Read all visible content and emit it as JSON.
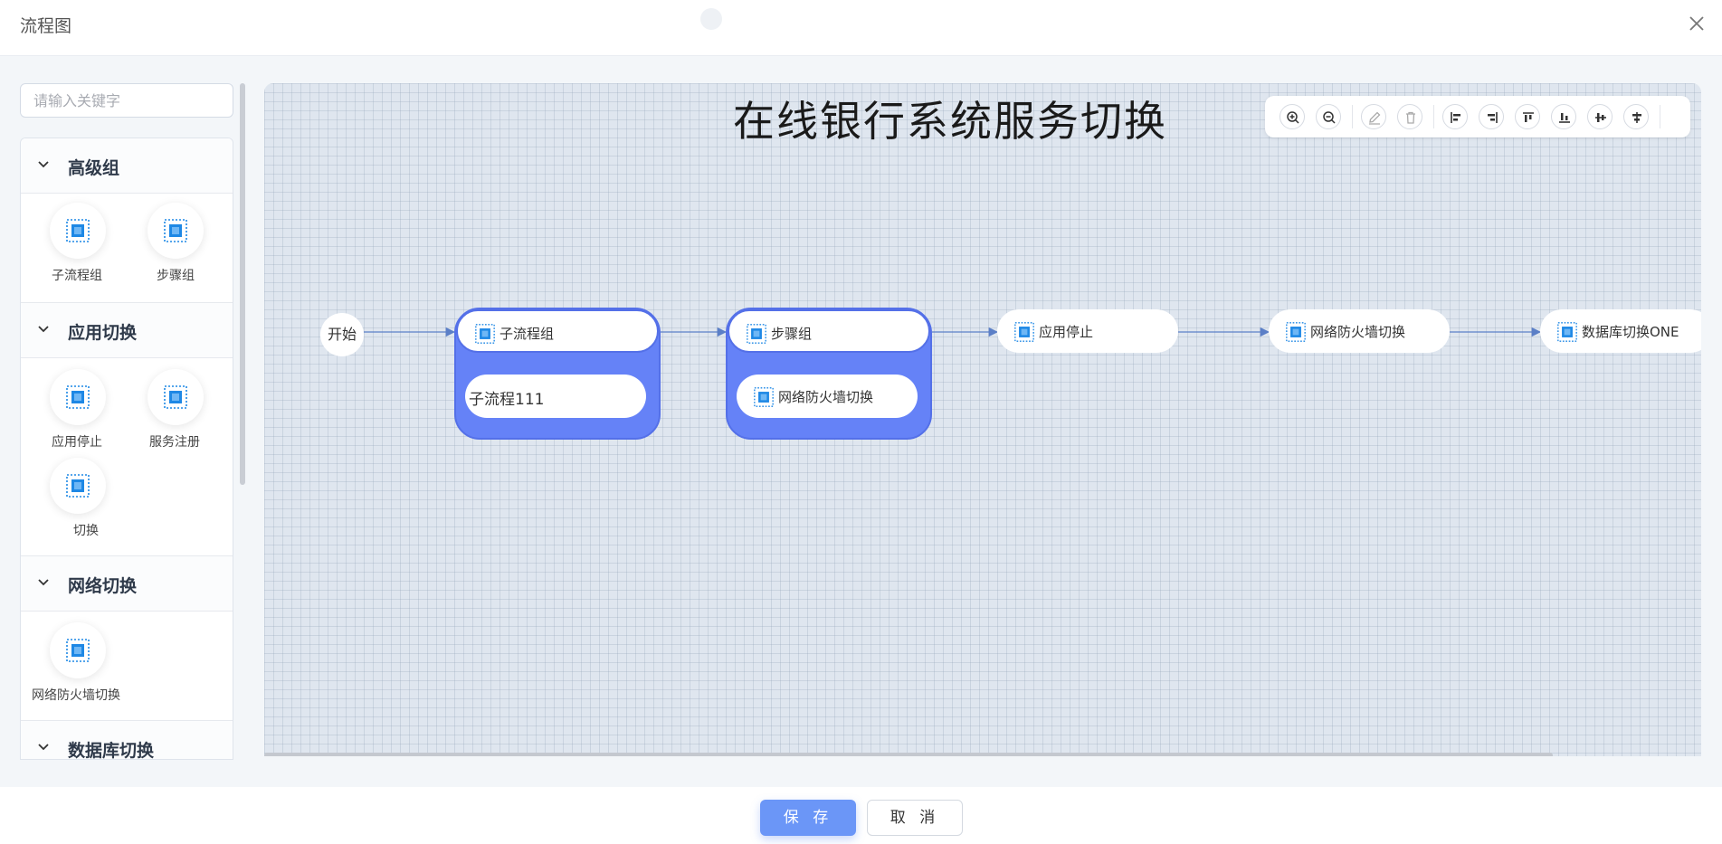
{
  "dialog": {
    "title": "流程图"
  },
  "sidebar": {
    "search_placeholder": "请输入关键字",
    "groups": [
      {
        "title": "高级组",
        "items": [
          "子流程组",
          "步骤组"
        ]
      },
      {
        "title": "应用切换",
        "items": [
          "应用停止",
          "服务注册",
          "切换"
        ]
      },
      {
        "title": "网络切换",
        "items": [
          "网络防火墙切换"
        ]
      },
      {
        "title": "数据库切换",
        "items": []
      }
    ]
  },
  "canvas": {
    "title": "在线银行系统服务切换",
    "toolbar": [
      "zoom-in-icon",
      "zoom-out-icon",
      "edit-icon",
      "delete-icon",
      "align-left-icon",
      "align-right-icon",
      "align-top-icon",
      "align-bottom-icon",
      "align-center-vertical-icon",
      "align-center-horizontal-icon"
    ],
    "nodes": {
      "start": "开始",
      "group1": {
        "title": "子流程组",
        "child": "子流程111"
      },
      "group2": {
        "title": "步骤组",
        "child": "网络防火墙切换"
      },
      "task1": "应用停止",
      "task2": "网络防火墙切换",
      "task3": "数据库切换ONE"
    }
  },
  "footer": {
    "save_label": "保 存",
    "cancel_label": "取 消"
  },
  "colors": {
    "group_fill": "#6582f7",
    "primary_button": "#6b96f7",
    "icon_blue": "#1e88e5"
  }
}
